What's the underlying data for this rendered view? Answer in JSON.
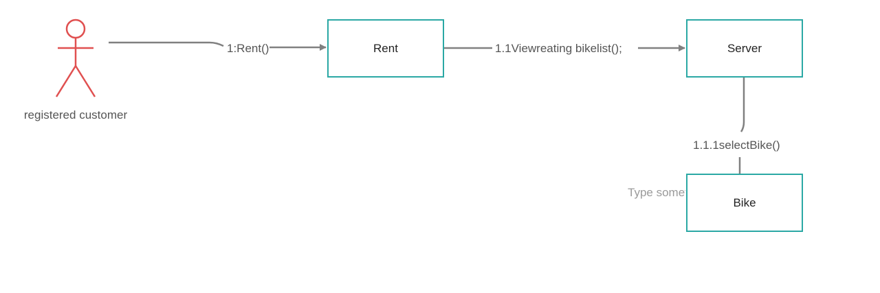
{
  "diagram": {
    "type": "communication-diagram",
    "colors": {
      "actor": "#e05050",
      "box_border": "#2aa8a4",
      "connector": "#808080",
      "label_text": "#555555",
      "placeholder_text": "#9a9a9a"
    },
    "actor": {
      "label": "registered customer",
      "icon": "stick-figure-icon"
    },
    "objects": {
      "rent": "Rent",
      "server": "Server",
      "bike": "Bike"
    },
    "messages": {
      "rent": "1:Rent()",
      "view": "1.1Viewreating bikelist();",
      "select": "1.1.1selectBike()"
    },
    "placeholder": "Type something"
  }
}
